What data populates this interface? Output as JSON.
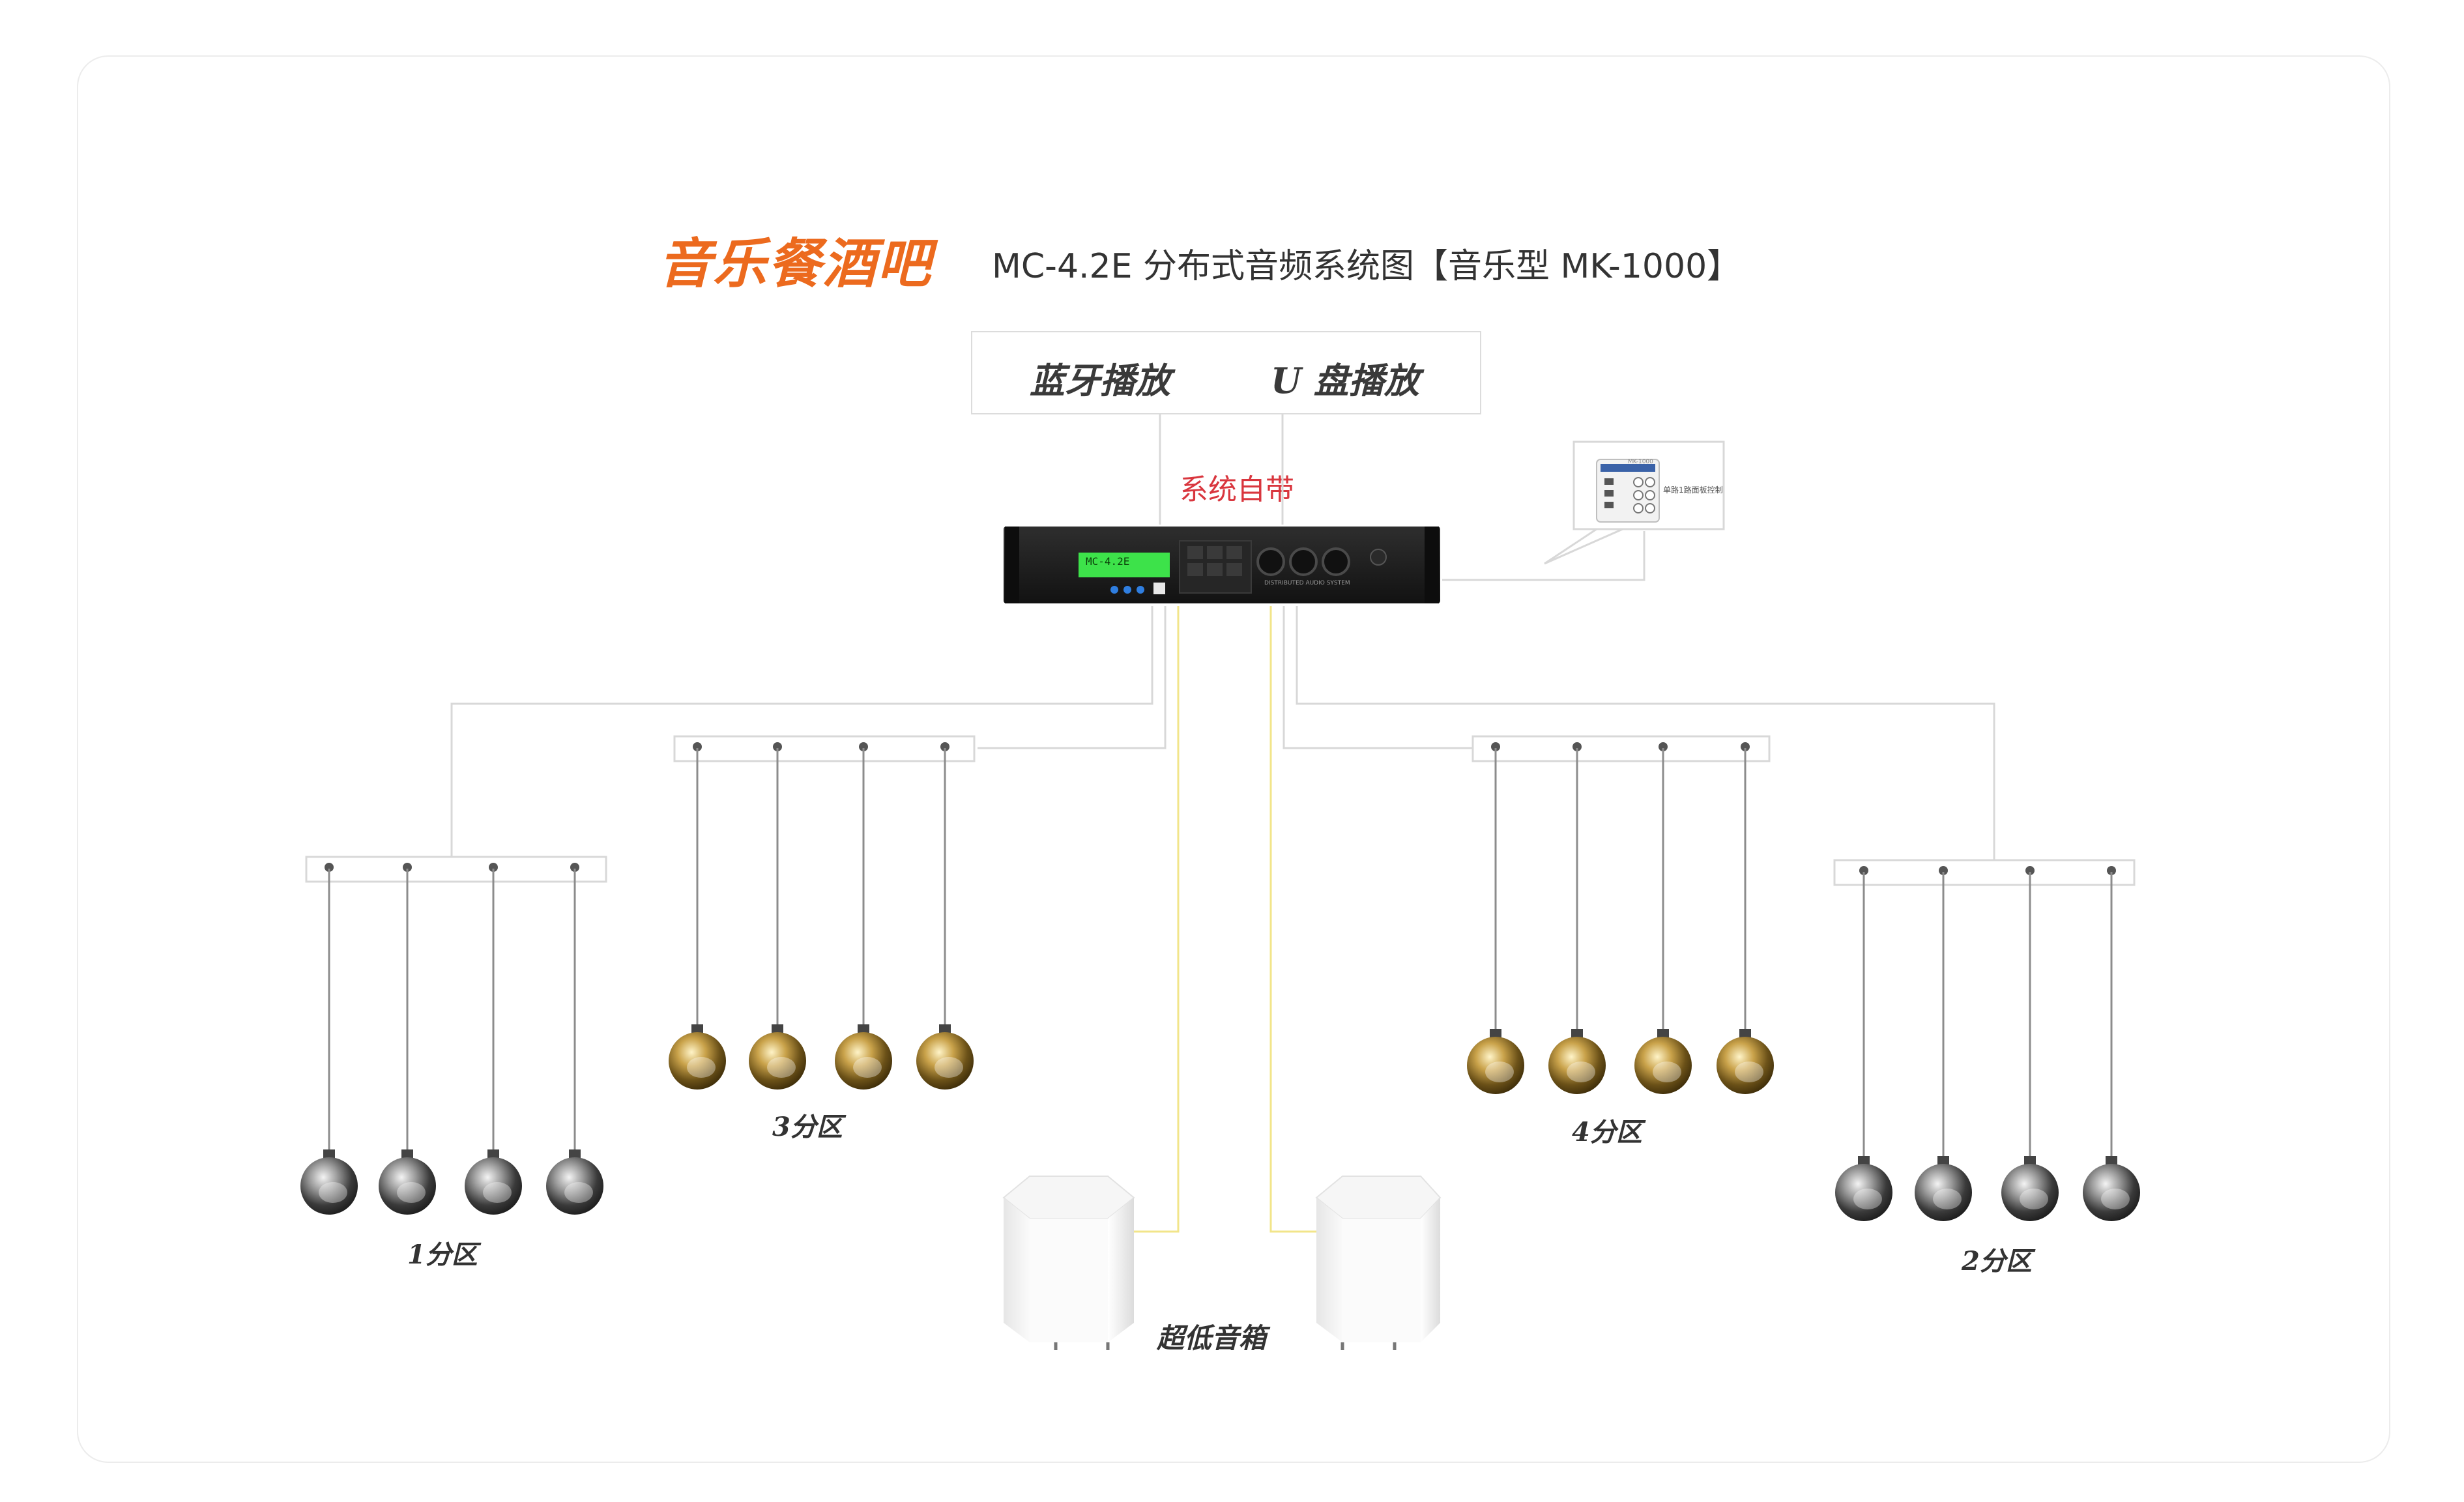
{
  "title": {
    "brand": "音乐餐酒吧",
    "main": "MC-4.2E 分布式音频系统图【音乐型 MK-1000】"
  },
  "sources": {
    "bluetooth": "蓝牙播放",
    "usb": "U 盘播放",
    "note": "系统自带"
  },
  "panel": {
    "label": "单路1路面板控制"
  },
  "zones": {
    "zone1": "1分区",
    "zone2": "2分区",
    "zone3": "3分区",
    "zone4": "4分区"
  },
  "subwoofer": {
    "label": "超低音箱"
  },
  "colors": {
    "brand": "#ec6a1e",
    "accent_red": "#d9363e",
    "wire": "#d8d8d8",
    "sub_wire": "#f2e58a",
    "lcd": "#3de24a",
    "amp_body": "#1c1c1c",
    "speaker_chrome": "#5a5a5a",
    "speaker_gold": "#a5802e"
  }
}
